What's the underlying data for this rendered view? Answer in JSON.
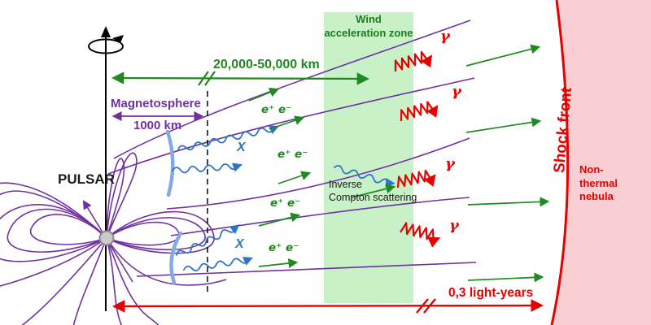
{
  "annotations": {
    "pulsar_label": "PULSAR",
    "magnetosphere_label": "Magnetosphere",
    "magnetosphere_size": "1000 km",
    "acceleration_distance": "20,000-50,000 km",
    "wind_zone_label": "Wind acceleration zone",
    "pair_label": "e⁺ e⁻",
    "xray_label": "X",
    "gamma_label": "γ",
    "inverse_compton_line1": "Inverse",
    "inverse_compton_line2": "Compton scattering",
    "shock_front_label": "Shock front",
    "nebula_label_line1": "Non-",
    "nebula_label_line2": "thermal",
    "nebula_label_line3": "nebula",
    "scale_label": "0,3 light-years"
  },
  "colors": {
    "field_line": "#7030A0",
    "xray_blue": "#2E75C6",
    "arc_blue": "#82ABE3",
    "photon_red": "#E60000",
    "nebula_fill": "#F8CED2",
    "zone_fill": "#C8F1C8",
    "zone_text": "#1E7A1E",
    "particle_green": "#1F8A1F",
    "axis_black": "#000000",
    "pulsar_fill": "#C9C9C9",
    "pulsar_border": "#8A8A8A"
  }
}
